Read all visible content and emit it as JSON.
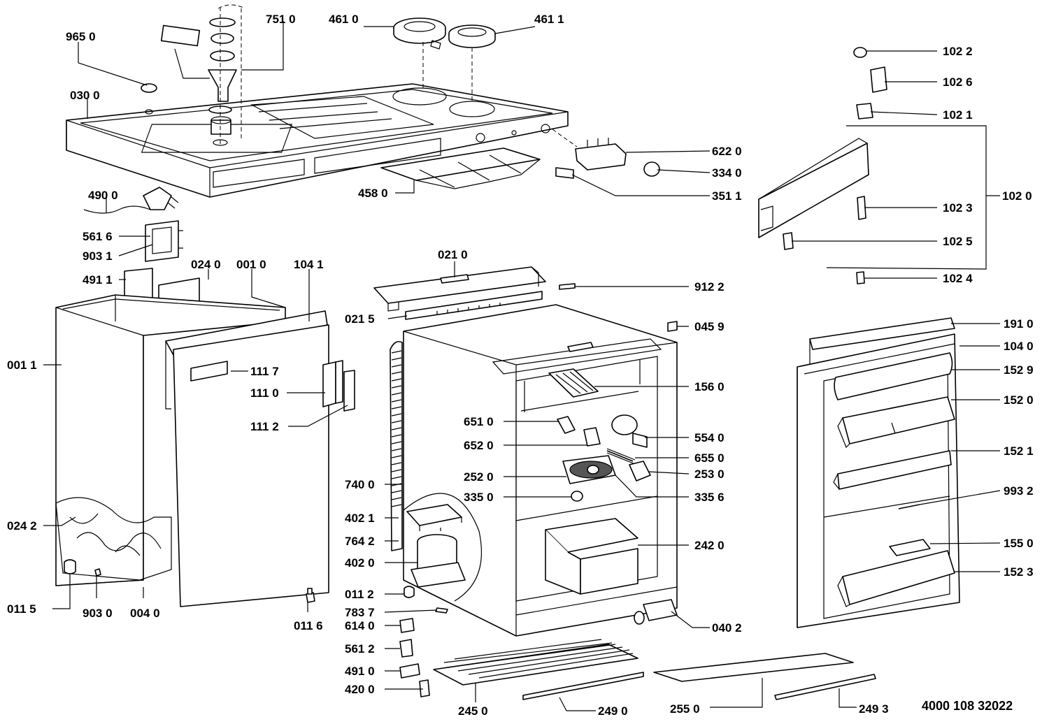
{
  "document_number": "4000 108 32022",
  "labels": {
    "l9650": "965 0",
    "l0300": "030 0",
    "l7510": "751 0",
    "l4610": "461 0",
    "l4611": "461 1",
    "l4900": "490 0",
    "l5616": "561 6",
    "l9031": "903 1",
    "l4911": "491 1",
    "l0240": "024 0",
    "l0010": "001 0",
    "l1041": "104 1",
    "l0011": "001 1",
    "l1117": "111 7",
    "l1110": "111 0",
    "l1112": "111 2",
    "l0242": "024 2",
    "l0115": "011 5",
    "l9030": "903 0",
    "l0040": "004 0",
    "l0116": "011 6",
    "l4580": "458 0",
    "l6220": "622 0",
    "l3340": "334 0",
    "l3511": "351 1",
    "l1022": "102 2",
    "l1026": "102 6",
    "l1021": "102 1",
    "l1020": "102 0",
    "l1023": "102 3",
    "l1025": "102 5",
    "l1024": "102 4",
    "l0210": "021 0",
    "l9122": "912 2",
    "l0215": "021 5",
    "l0459": "045 9",
    "l1560": "156 0",
    "l6510": "651 0",
    "l5540": "554 0",
    "l6520": "652 0",
    "l6550": "655 0",
    "l2520": "252 0",
    "l2530": "253 0",
    "l3350": "335 0",
    "l3356": "335 6",
    "l7400": "740 0",
    "l4021": "402 1",
    "l7642": "764 2",
    "l4020": "402 0",
    "l2420": "242 0",
    "l0112": "011 2",
    "l7837": "783 7",
    "l6140": "614 0",
    "l5612": "561 2",
    "l4910": "491 0",
    "l4200": "420 0",
    "l2450": "245 0",
    "l2490": "249 0",
    "l2550": "255 0",
    "l2493": "249 3",
    "l0402": "040 2",
    "l1910": "191 0",
    "l1040": "104 0",
    "l1529": "152 9",
    "l1520": "152 0",
    "l1521": "152 1",
    "l9932": "993 2",
    "l1550": "155 0",
    "l1523": "152 3"
  }
}
